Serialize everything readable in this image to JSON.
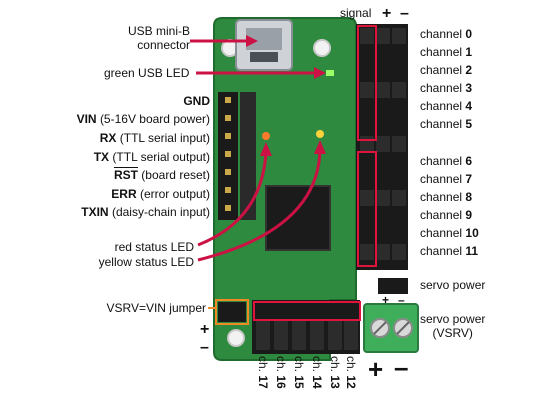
{
  "left_labels": {
    "usb_connector": [
      "USB mini-B",
      "connector"
    ],
    "green_led": "green USB LED",
    "gnd": "GND",
    "vin": {
      "name": "VIN",
      "desc": "(5-16V board power)"
    },
    "rx": {
      "name": "RX",
      "desc": "(TTL serial input)"
    },
    "tx": {
      "name": "TX",
      "desc": "(TTL serial output)"
    },
    "rst": {
      "name": "RST",
      "desc": "(board reset)"
    },
    "err": {
      "name": "ERR",
      "desc": "(error output)"
    },
    "txin": {
      "name": "TXIN",
      "desc": "(daisy-chain input)"
    },
    "red_led": "red status LED",
    "yellow_led": "yellow status LED",
    "vsrv_jumper": "VSRV=VIN jumper"
  },
  "top_header": {
    "signal": "signal",
    "plus": "+",
    "minus": "–"
  },
  "channel_word": "channel",
  "right_channels": [
    "0",
    "1",
    "2",
    "3",
    "4",
    "5",
    "6",
    "7",
    "8",
    "9",
    "10",
    "11"
  ],
  "servo_power": "servo power",
  "servo_power_vsrv": [
    "servo power",
    "(VSRV)"
  ],
  "bottom_channels": [
    {
      "prefix": "ch.",
      "num": "17"
    },
    {
      "prefix": "ch.",
      "num": "16"
    },
    {
      "prefix": "ch.",
      "num": "15"
    },
    {
      "prefix": "ch.",
      "num": "14"
    },
    {
      "prefix": "ch.",
      "num": "13"
    },
    {
      "prefix": "ch.",
      "num": "12"
    }
  ],
  "signs": {
    "left_plus": "+",
    "left_minus": "–",
    "servo_plus": "+",
    "servo_minus": "–",
    "terminal_plus": "+",
    "terminal_minus": "–"
  },
  "colors": {
    "board": "#2e8a3e",
    "board_dark": "#1f6b2d",
    "pin": "#1a1a1a",
    "arrow": "#cc1144",
    "highlight_box": "#e0143c",
    "jumper_box": "#f08a24",
    "terminal": "#3fae5a"
  }
}
